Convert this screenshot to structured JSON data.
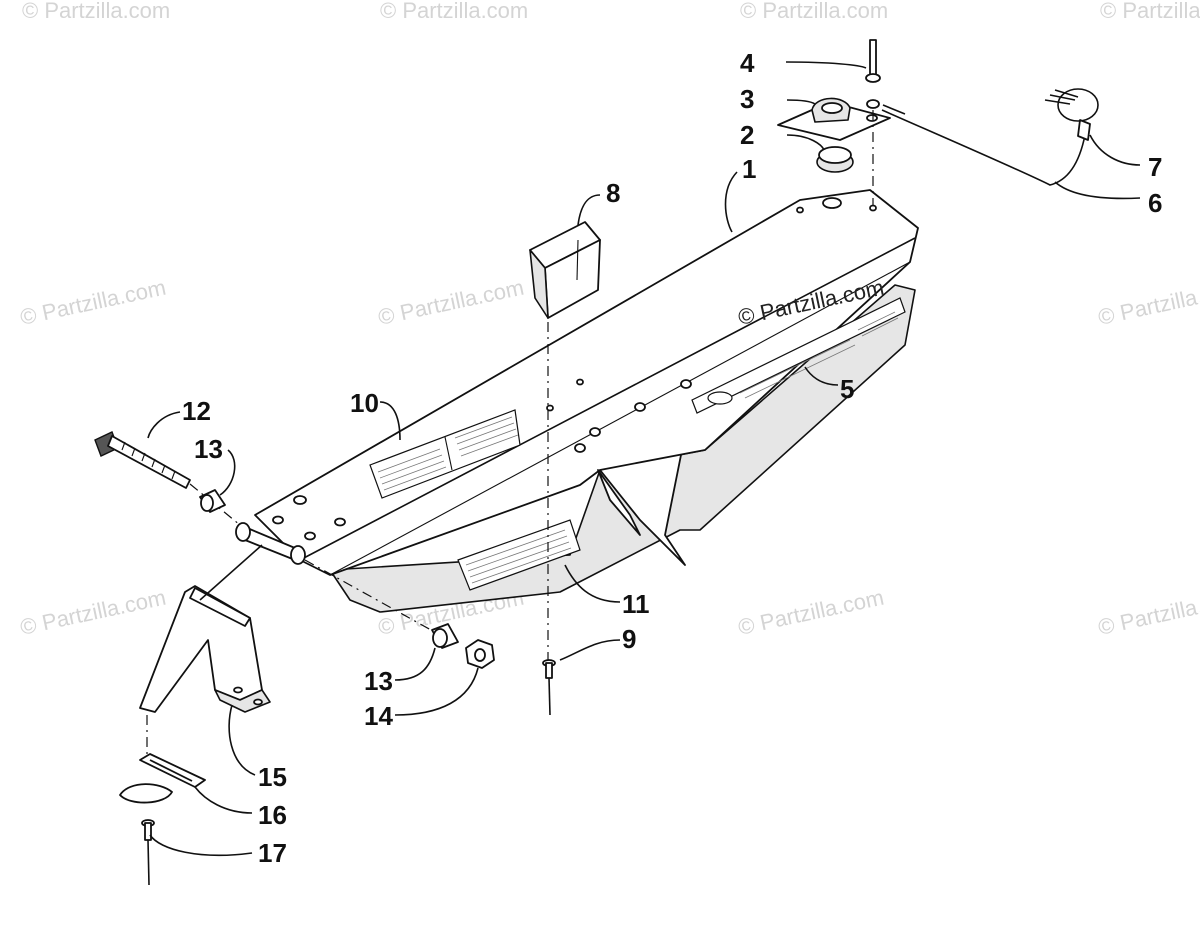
{
  "watermarks": {
    "main": "© Partzilla.com",
    "faint": "© Partzilla.com"
  },
  "callouts": [
    {
      "id": "1",
      "label": "1"
    },
    {
      "id": "2",
      "label": "2"
    },
    {
      "id": "3",
      "label": "3"
    },
    {
      "id": "4",
      "label": "4"
    },
    {
      "id": "5",
      "label": "5"
    },
    {
      "id": "6",
      "label": "6"
    },
    {
      "id": "7",
      "label": "7"
    },
    {
      "id": "8",
      "label": "8"
    },
    {
      "id": "9",
      "label": "9"
    },
    {
      "id": "10",
      "label": "10"
    },
    {
      "id": "11",
      "label": "11"
    },
    {
      "id": "12",
      "label": "12"
    },
    {
      "id": "13a",
      "label": "13"
    },
    {
      "id": "13b",
      "label": "13"
    },
    {
      "id": "14",
      "label": "14"
    },
    {
      "id": "15",
      "label": "15"
    },
    {
      "id": "16",
      "label": "16"
    },
    {
      "id": "17",
      "label": "17"
    }
  ]
}
